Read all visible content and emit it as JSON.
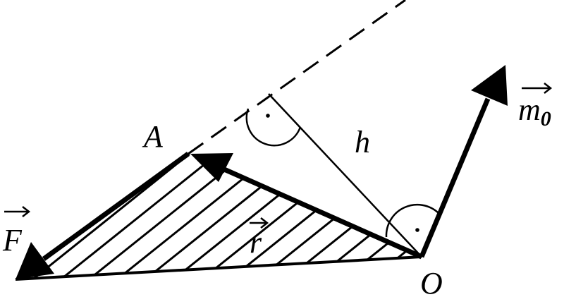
{
  "labels": {
    "point_a": "A",
    "height": "h",
    "force": "F",
    "radius": "r",
    "origin": "O",
    "moment": "m",
    "moment_subscript": "0"
  },
  "colors": {
    "ink": "#000000",
    "background": "#ffffff"
  }
}
